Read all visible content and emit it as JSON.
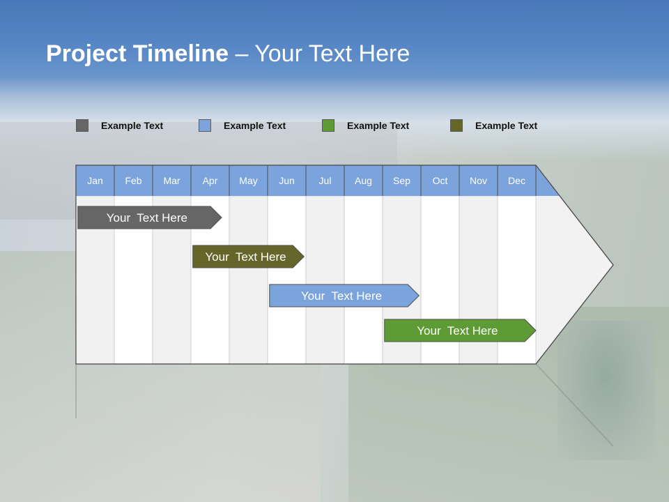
{
  "title": {
    "bold": "Project Timeline",
    "rest": " – Your Text Here"
  },
  "legend": [
    {
      "label": "Example Text",
      "color": "#666666"
    },
    {
      "label": "Example Text",
      "color": "#7ba3dc"
    },
    {
      "label": "Example Text",
      "color": "#5e9b34"
    },
    {
      "label": "Example Text",
      "color": "#66662a"
    }
  ],
  "chart_data": {
    "type": "gantt",
    "months": [
      "Jan",
      "Feb",
      "Mar",
      "Apr",
      "May",
      "Jun",
      "Jul",
      "Aug",
      "Sep",
      "Oct",
      "Nov",
      "Dec"
    ],
    "header_color": "#7ba3dc",
    "tasks": [
      {
        "label": "Your  Text Here",
        "start_month": 0.05,
        "end_month": 3.8,
        "color": "#666666"
      },
      {
        "label": "Your  Text Here",
        "start_month": 3.05,
        "end_month": 5.95,
        "color": "#66662a"
      },
      {
        "label": "Your  Text Here",
        "start_month": 5.05,
        "end_month": 8.95,
        "color": "#7ba3dc"
      },
      {
        "label": "Your  Text Here",
        "start_month": 8.05,
        "end_month": 12.0,
        "color": "#5e9b34"
      }
    ]
  }
}
